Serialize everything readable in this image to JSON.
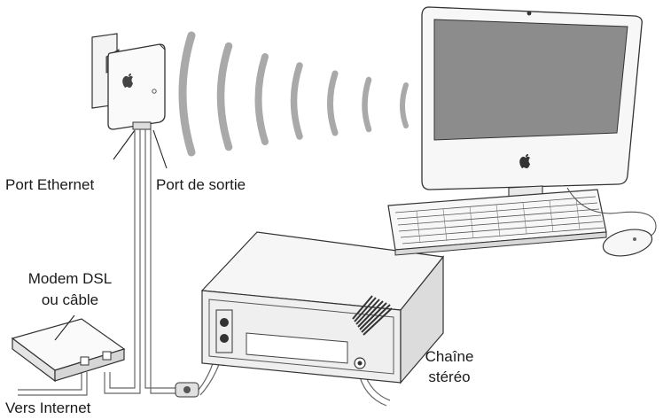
{
  "labels": {
    "port_ethernet": "Port Ethernet",
    "port_sortie": "Port de sortie",
    "modem_line1": "Modem DSL",
    "modem_line2": "ou câble",
    "chaine_line1": "Chaîne",
    "chaine_line2": "stéréo",
    "vers_internet": "Vers Internet"
  },
  "icons": {
    "base_station": "airport-express-icon",
    "computer": "imac-icon",
    "keyboard": "keyboard-icon",
    "mouse": "mouse-icon",
    "modem": "modem-icon",
    "stereo": "stereo-icon",
    "wireless": "wireless-waves-icon"
  }
}
